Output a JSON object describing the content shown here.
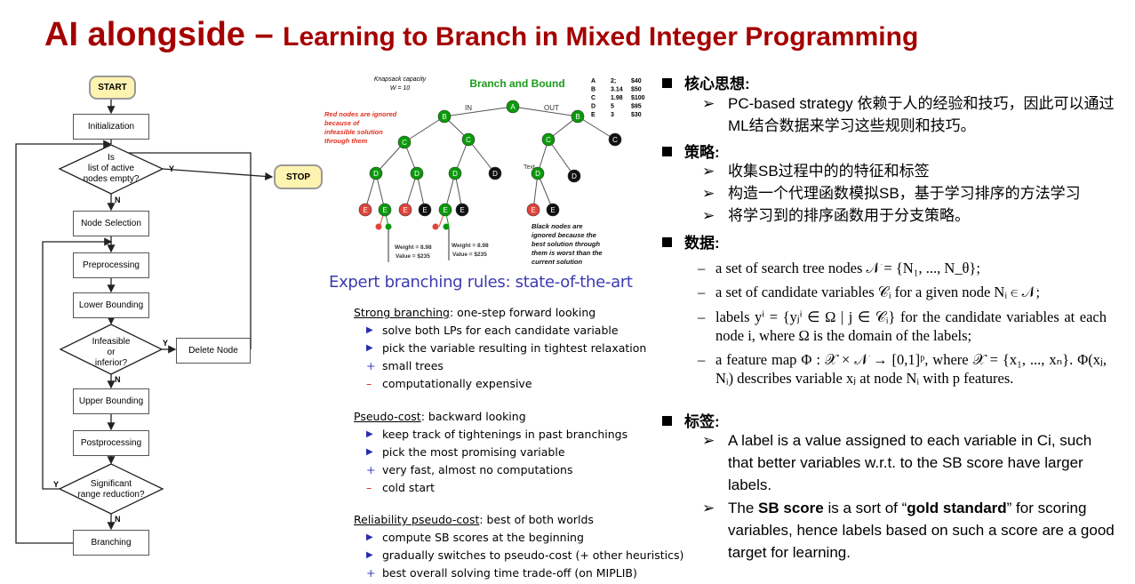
{
  "title": {
    "main": "AI alongside – ",
    "sub": "Learning to Branch in Mixed Integer Programming"
  },
  "flowchart": {
    "start": "START",
    "init": "Initialization",
    "d1": [
      "Is",
      "list of active",
      "nodes empty?"
    ],
    "stop": "STOP",
    "node_selection": "Node Selection",
    "preprocessing": "Preprocessing",
    "lower_bounding": "Lower Bounding",
    "d2": [
      "Infeasible",
      "or",
      "inferior?"
    ],
    "delete_node": "Delete Node",
    "upper_bounding": "Upper Bounding",
    "postprocessing": "Postprocessing",
    "d3": [
      "Significant",
      "range reduction?"
    ],
    "branching": "Branching",
    "y": "Y",
    "n": "N"
  },
  "bb": {
    "capacity": [
      "Knapsack capacity",
      "W = 10"
    ],
    "title": "Branch and Bound",
    "items": [
      [
        "A",
        "2;",
        "$40"
      ],
      [
        "B",
        "3.14",
        "$50"
      ],
      [
        "C",
        "1.98",
        "$100"
      ],
      [
        "D",
        "5",
        "$95"
      ],
      [
        "E",
        "3",
        "$30"
      ]
    ],
    "in": "IN",
    "out": "OUT",
    "text": "Text",
    "red_note": [
      "Red nodes are ignored",
      "because of",
      "infeasible solution",
      "through them"
    ],
    "black_note": [
      "Black nodes are",
      "ignored because the",
      "best solution through",
      "them is worst than the",
      "current solution"
    ],
    "wv1": [
      "Weight = 8.98",
      "Value = $235"
    ],
    "wv2": [
      "Weight = 8.98",
      "Value = $235"
    ],
    "colors": {
      "green": "#0a9a0a",
      "red": "#e0443a",
      "black": "#111111"
    }
  },
  "rules": {
    "heading": "Expert branching rules: state-of-the-art",
    "groups": [
      {
        "name": "Strong branching",
        "desc": ": one-step forward looking",
        "items": [
          [
            "tri",
            "solve both LPs for each candidate variable"
          ],
          [
            "tri",
            "pick the variable resulting in tightest relaxation"
          ],
          [
            "plus",
            "small trees"
          ],
          [
            "minus",
            "computationally expensive"
          ]
        ]
      },
      {
        "name": "Pseudo-cost",
        "desc": ": backward looking",
        "items": [
          [
            "tri",
            "keep track of tightenings in past branchings"
          ],
          [
            "tri",
            "pick the most promising variable"
          ],
          [
            "plus",
            "very fast, almost no computations"
          ],
          [
            "minus",
            "cold start"
          ]
        ]
      },
      {
        "name": "Reliability pseudo-cost",
        "desc": ": best of both worlds",
        "items": [
          [
            "tri",
            "compute SB scores at the beginning"
          ],
          [
            "tri",
            "gradually switches to pseudo-cost (+ other heuristics)"
          ],
          [
            "plus",
            "best overall solving time trade-off (on MIPLIB)"
          ]
        ]
      }
    ]
  },
  "right": {
    "s1": "核心思想:",
    "s1_items": [
      "PC-based strategy 依赖于人的经验和技巧，因此可以通过ML结合数据来学习这些规则和技巧。"
    ],
    "s2": "策略:",
    "s2_items": [
      "收集SB过程中的的特征和标签",
      "构造一个代理函数模拟SB，基于学习排序的方法学习",
      "将学习到的排序函数用于分支策略。"
    ],
    "s3": "数据:",
    "data_items": [
      "a set of search tree nodes 𝒩 = {N₁, ..., N_θ};",
      "a set of candidate variables 𝒞ᵢ for a given node Nᵢ ∈ 𝒩;",
      "labels yⁱ = {yⱼⁱ ∈ Ω | j ∈ 𝒞ᵢ} for the candidate variables at each node i, where Ω is the domain of the labels;",
      "a feature map Φ : 𝒳 × 𝒩 → [0,1]ᵖ, where 𝒳 = {x₁, ..., xₙ}. Φ(xⱼ, Nᵢ) describes variable xⱼ at node Nᵢ with p features."
    ],
    "s4": "标签:",
    "label1": "A label is a value assigned to each variable in Ci, such that better variables w.r.t. to the SB score have larger labels.",
    "label2_a": "The ",
    "label2_b": "SB score",
    "label2_c": " is a sort of “",
    "label2_d": "gold standard",
    "label2_e": "” for scoring variables, hence labels based on such a score are a good target for learning."
  }
}
